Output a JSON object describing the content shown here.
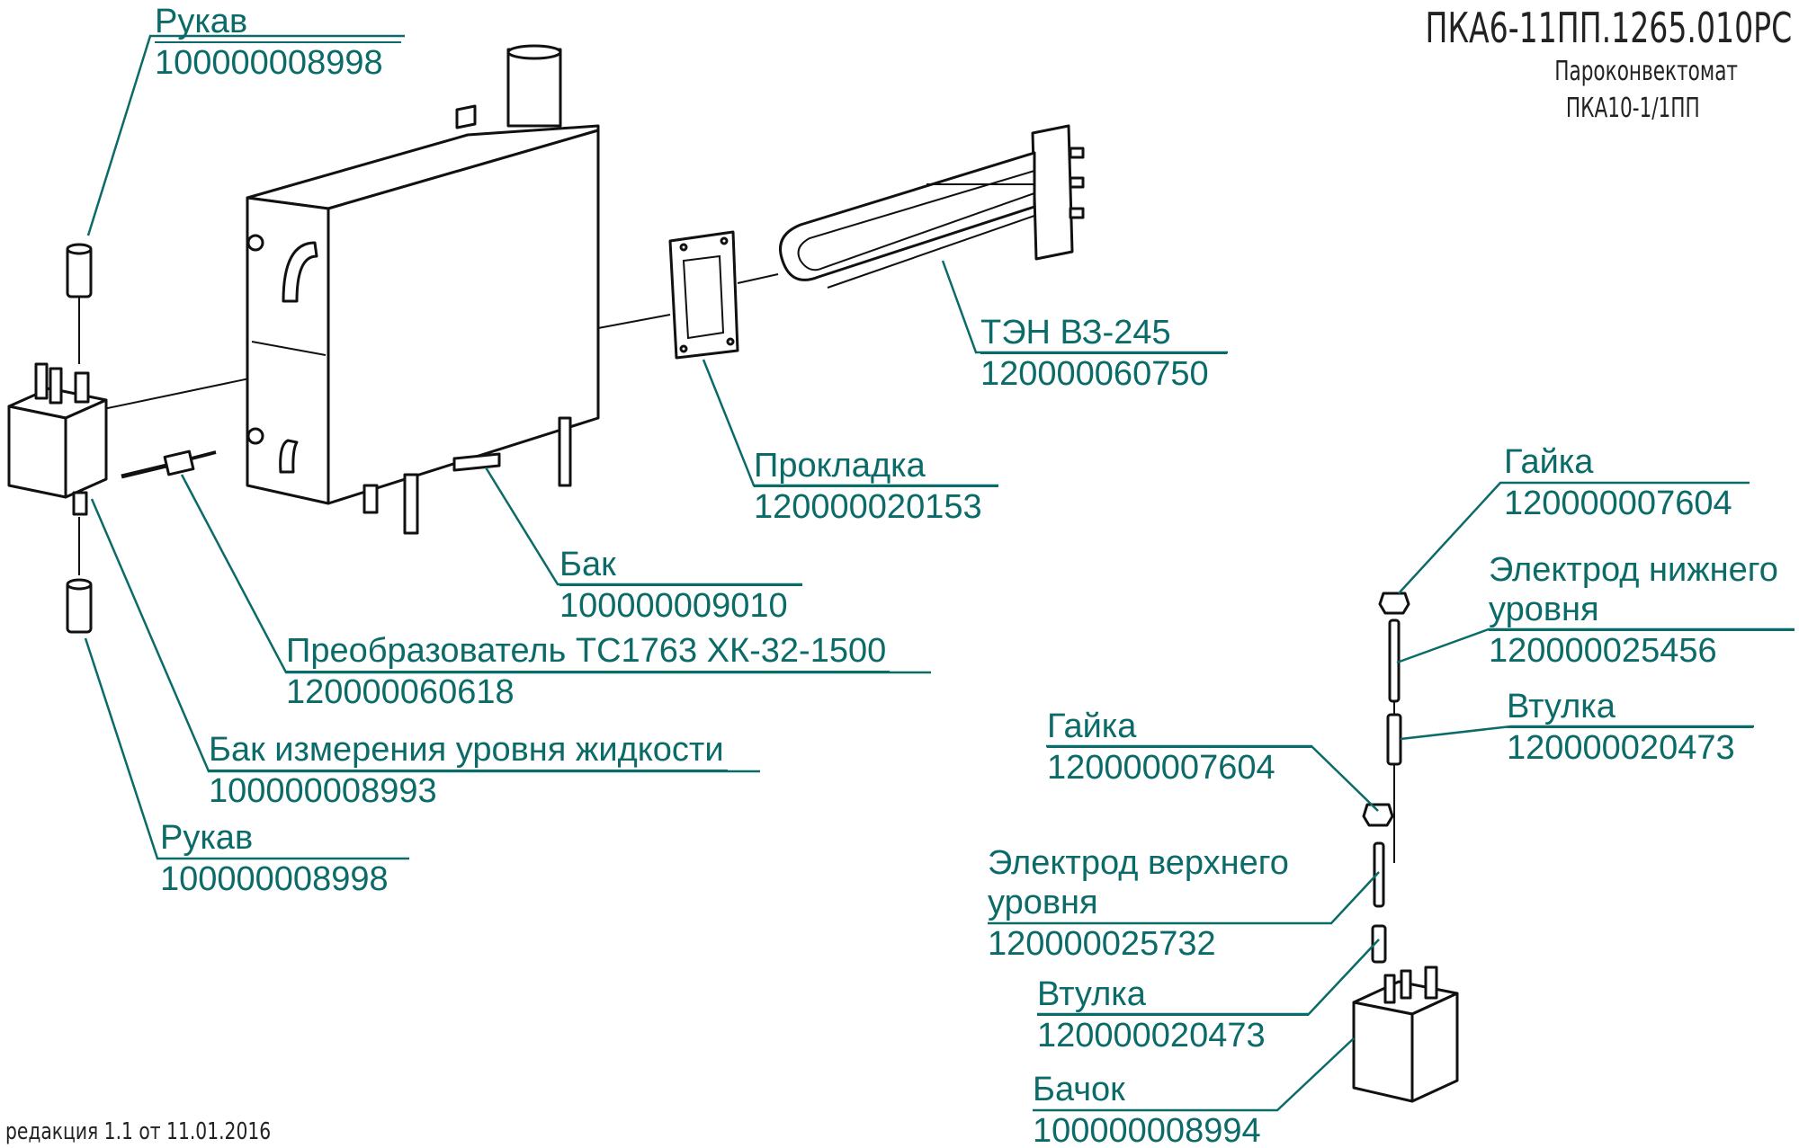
{
  "header": {
    "code": "ПКА6-11ПП.1265.010РС",
    "subtitle_line1": "Пароконвектомат",
    "subtitle_line2": "ПКА10-1/1ПП"
  },
  "footer": {
    "revision": "редакция 1.1 от 11.01.2016"
  },
  "colors": {
    "leader": "#0b6b68",
    "line": "#111111"
  },
  "callouts": {
    "rukav_top": {
      "name": "Рукав",
      "code": "100000008998"
    },
    "ten": {
      "name": "ТЭН ВЗ-245",
      "code": "120000060750"
    },
    "prokladka": {
      "name": "Прокладка",
      "code": "120000020153"
    },
    "bak": {
      "name": "Бак",
      "code": "100000009010"
    },
    "preobraz": {
      "name": "Преобразователь ТС1763 ХК-32-1500",
      "code": "120000060618"
    },
    "bak_izm": {
      "name": "Бак измерения уровня жидкости",
      "code": "100000008993"
    },
    "rukav_bot": {
      "name": "Рукав",
      "code": "100000008998"
    },
    "gaika_1": {
      "name": "Гайка",
      "code": "120000007604"
    },
    "elektrod_n": {
      "name1": "Электрод нижнего",
      "name2": "уровня",
      "code": "120000025456"
    },
    "vtulka_1": {
      "name": "Втулка",
      "code": "120000020473"
    },
    "gaika_2": {
      "name": "Гайка",
      "code": "120000007604"
    },
    "elektrod_v": {
      "name1": "Электрод верхнего",
      "name2": "уровня",
      "code": "120000025732"
    },
    "vtulka_2": {
      "name": "Втулка",
      "code": "120000020473"
    },
    "bachok": {
      "name": "Бачок",
      "code": "100000008994"
    }
  }
}
